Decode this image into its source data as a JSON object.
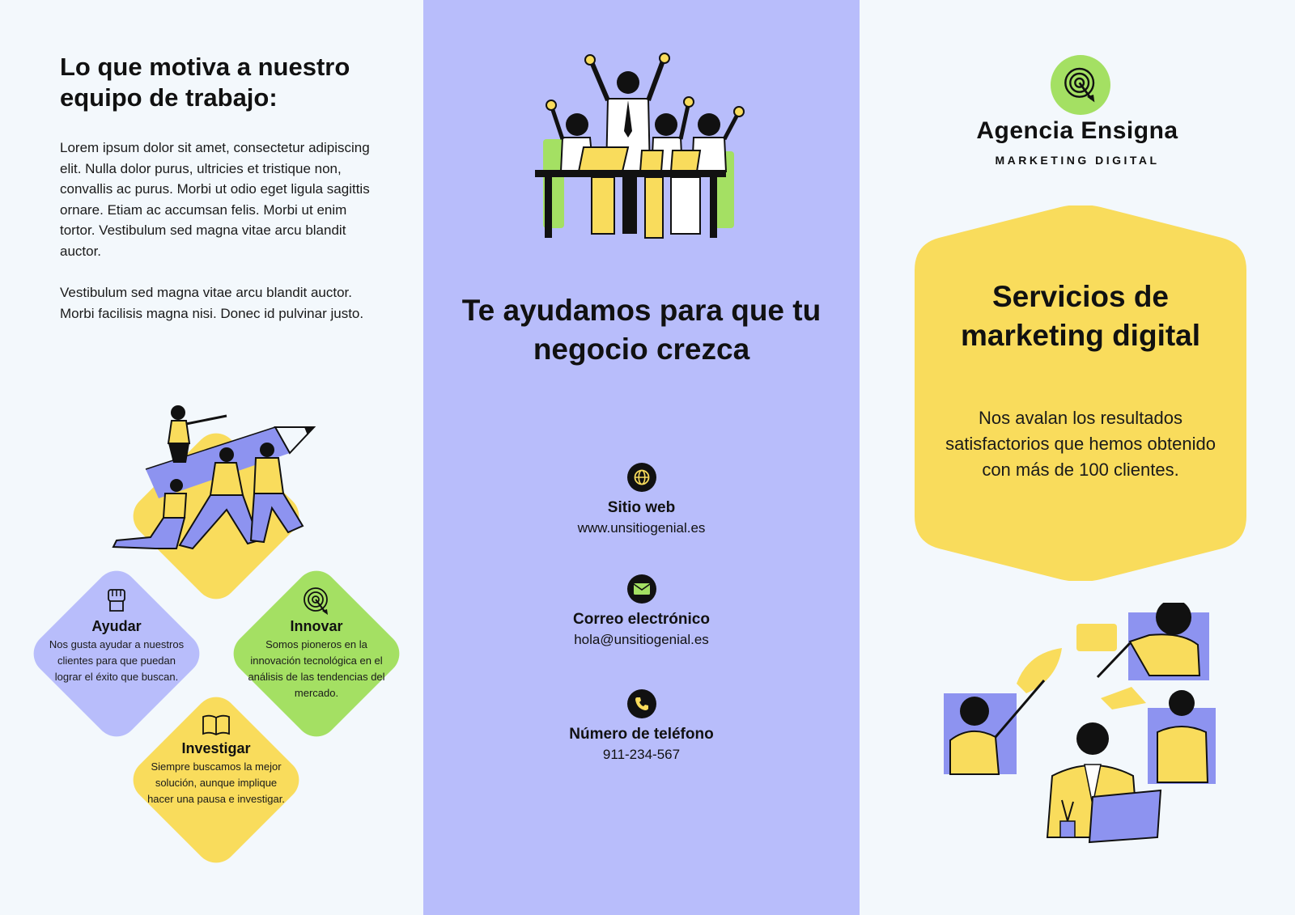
{
  "colors": {
    "background": "#f3f8fc",
    "lavender": "#b8bdfb",
    "yellow": "#f9dc5c",
    "green": "#a4e063",
    "ink": "#111111"
  },
  "left": {
    "title": "Lo que motiva a nuestro equipo de trabajo:",
    "paragraphs": [
      "Lorem ipsum dolor sit amet, consectetur adipiscing elit. Nulla dolor purus, ultricies et tristique non, convallis ac purus. Morbi ut odio eget ligula sagittis ornare. Etiam ac accumsan felis. Morbi ut enim tortor. Vestibulum sed magna vitae arcu blandit auctor.",
      "Vestibulum sed magna vitae arcu blandit auctor. Morbi facilisis magna nisi. Donec id pulvinar justo."
    ],
    "values": [
      {
        "icon": "fist-icon",
        "title": "Ayudar",
        "text": "Nos gusta ayudar a nuestros clientes para que puedan lograr el éxito que buscan."
      },
      {
        "icon": "target-icon",
        "title": "Innovar",
        "text": "Somos pioneros en la innovación tecnológica en el análisis de las tendencias del mercado."
      },
      {
        "icon": "book-icon",
        "title": "Investigar",
        "text": "Siempre buscamos la mejor solución, aunque implique hacer una pausa e investigar."
      }
    ]
  },
  "middle": {
    "title": "Te ayudamos para que tu negocio crezca",
    "contacts": [
      {
        "icon": "globe-icon",
        "label": "Sitio web",
        "value": "www.unsitiogenial.es"
      },
      {
        "icon": "mail-icon",
        "label": "Correo electrónico",
        "value": "hola@unsitiogenial.es"
      },
      {
        "icon": "phone-icon",
        "label": "Número de teléfono",
        "value": "911-234-567"
      }
    ]
  },
  "right": {
    "brand_name": "Agencia Ensigna",
    "brand_tagline": "MARKETING DIGITAL",
    "logo_icon": "target-icon",
    "hex_title": "Servicios de marketing digital",
    "hex_text": "Nos avalan los resultados satisfactorios que hemos obtenido con más de 100 clientes."
  }
}
